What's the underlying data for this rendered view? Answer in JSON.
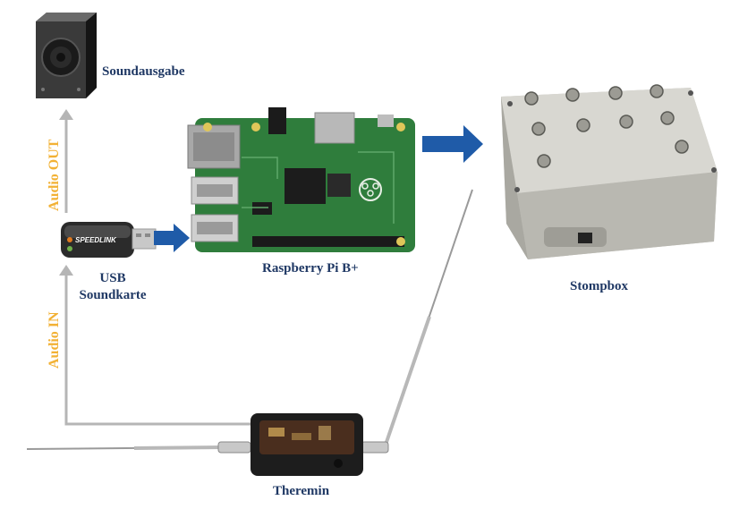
{
  "labels": {
    "speaker": "Soundausgabe",
    "usb_line1": "USB",
    "usb_line2": "Soundkarte",
    "pi": "Raspberry Pi B+",
    "stompbox": "Stompbox",
    "theremin": "Theremin",
    "audio_out": "Audio OUT",
    "audio_in": "Audio IN",
    "usb_brand": "SPEEDLINK"
  },
  "colors": {
    "label_text": "#1f3864",
    "signal_label": "#f2b134",
    "signal_arrow": "#b5b5b5",
    "flow_arrow": "#1f5ba8",
    "pcb_green": "#2f7d3c",
    "box_gray": "#c9c8c2"
  }
}
